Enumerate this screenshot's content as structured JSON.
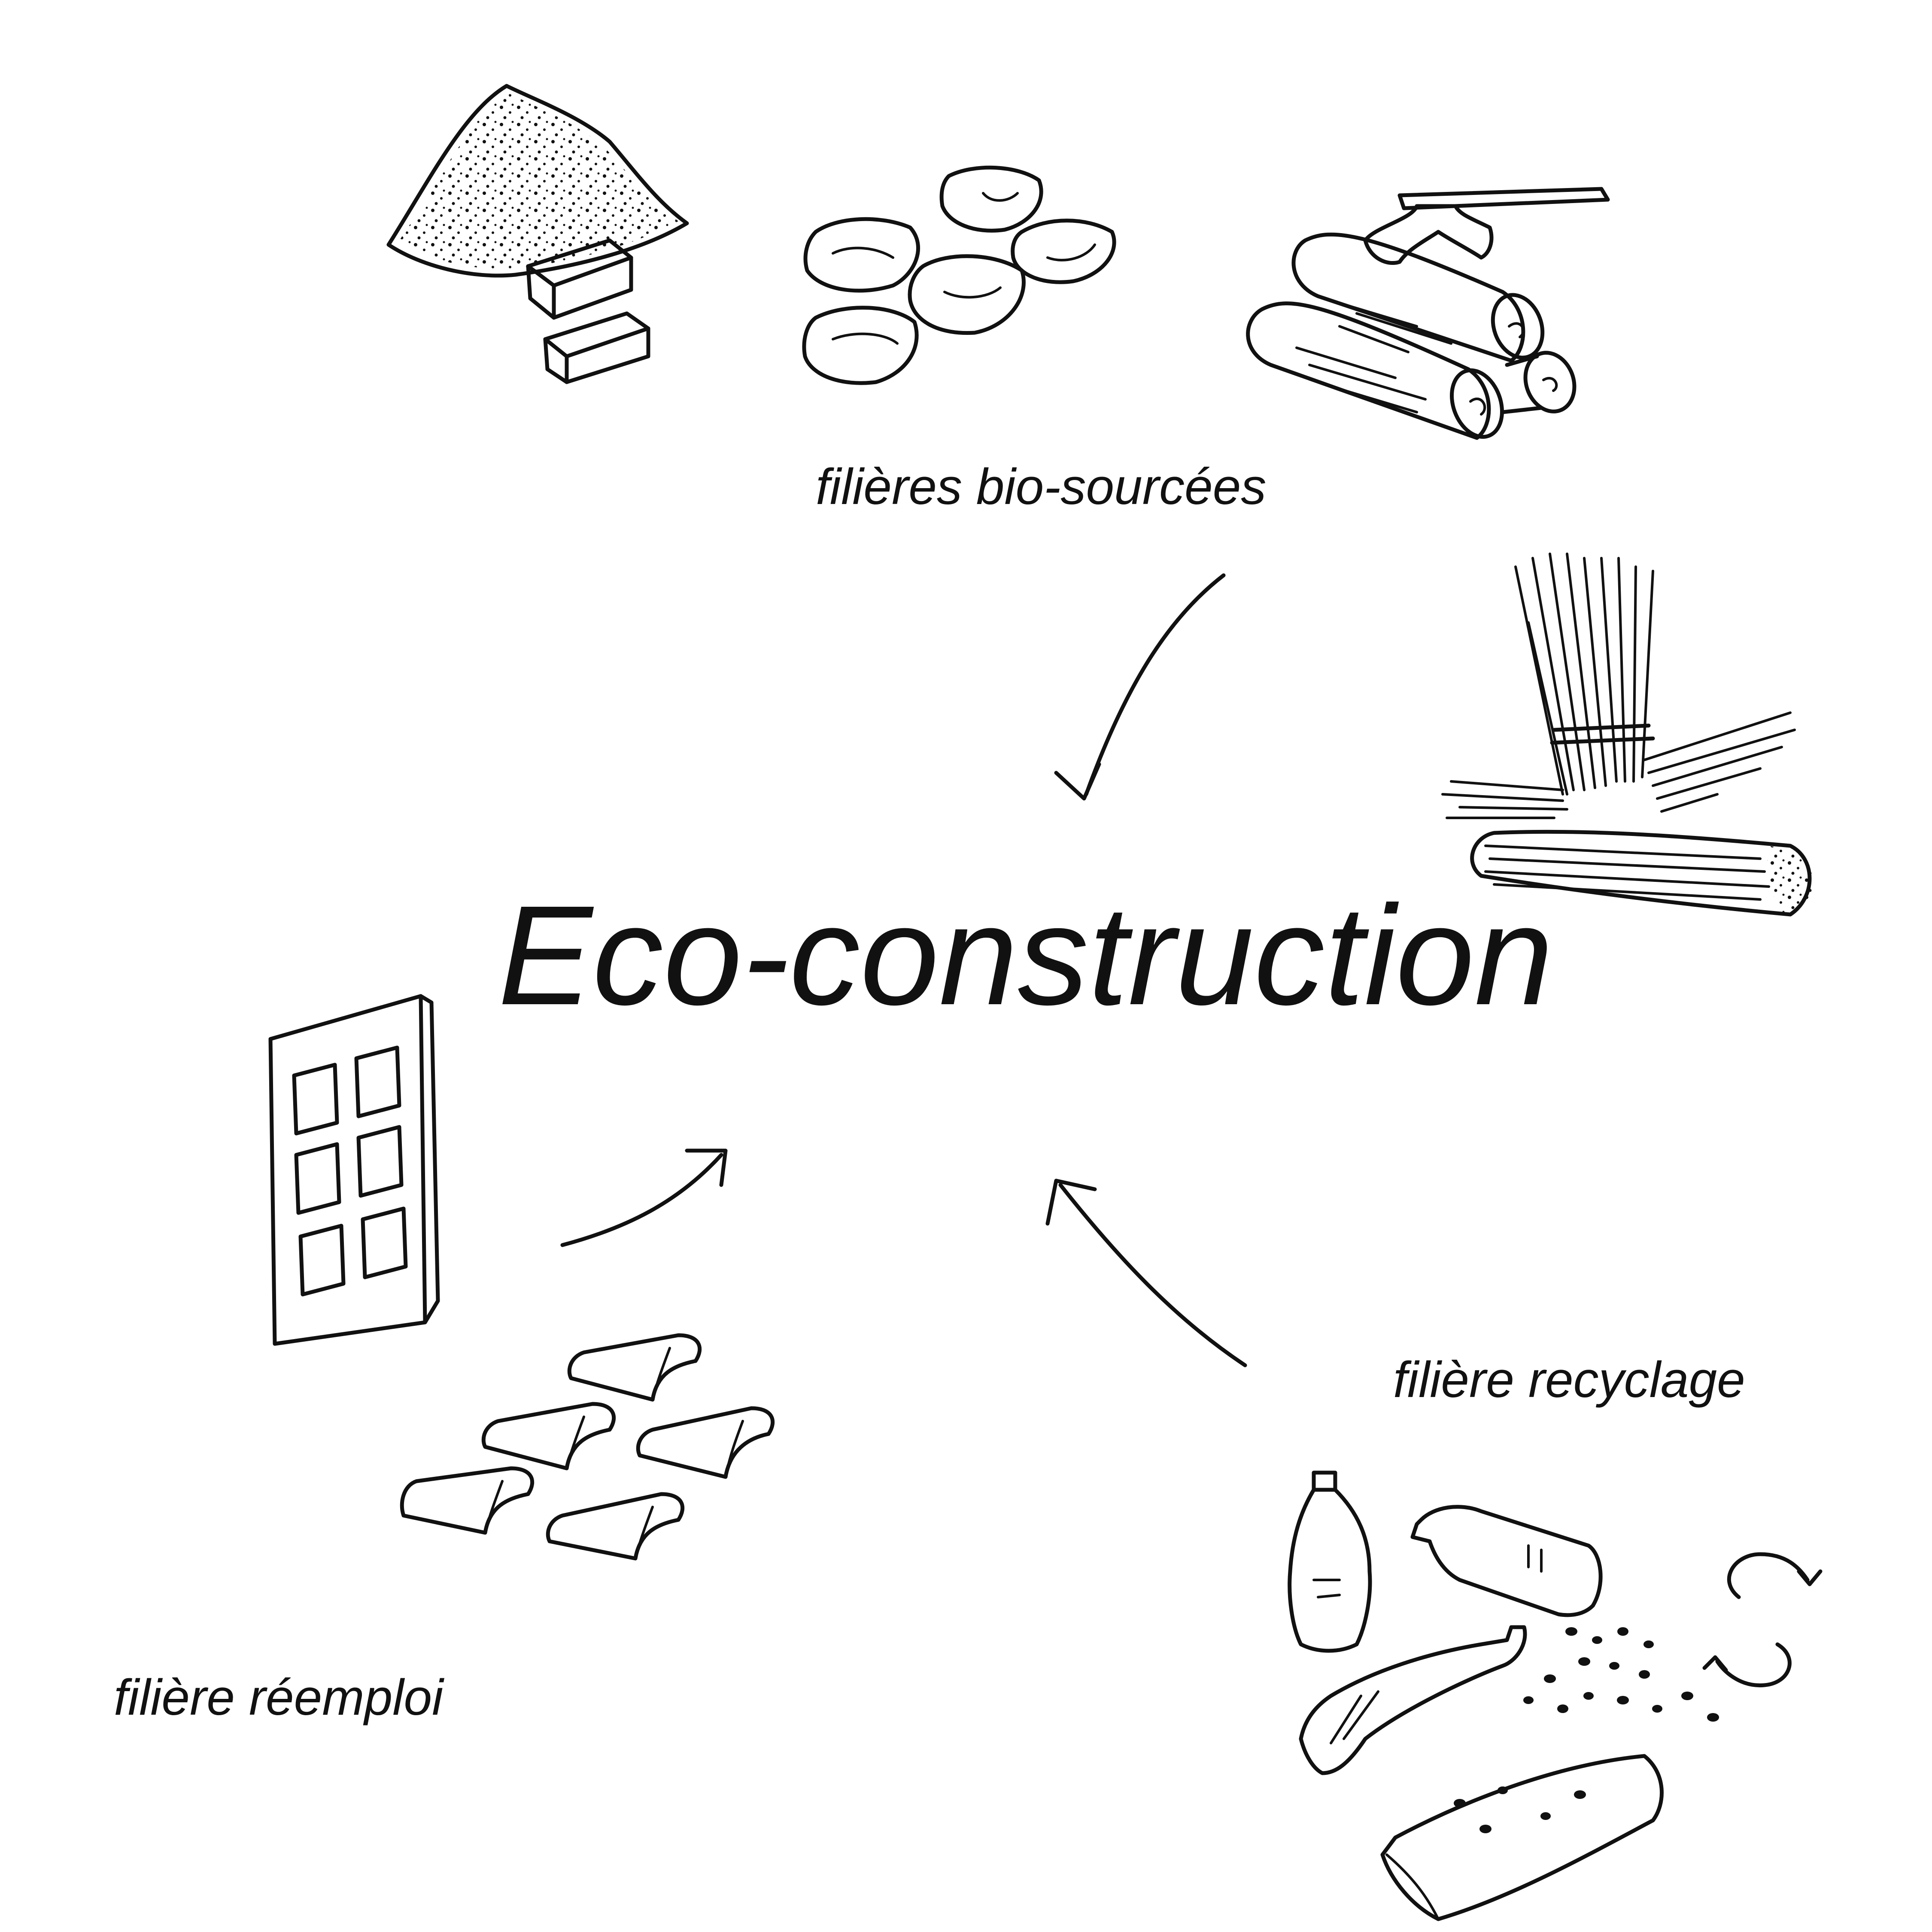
{
  "title": "Eco-construction",
  "labels": {
    "bio": "filières bio-sourcées",
    "recycling": "filière recyclage",
    "reuse": "filière réemploi"
  }
}
